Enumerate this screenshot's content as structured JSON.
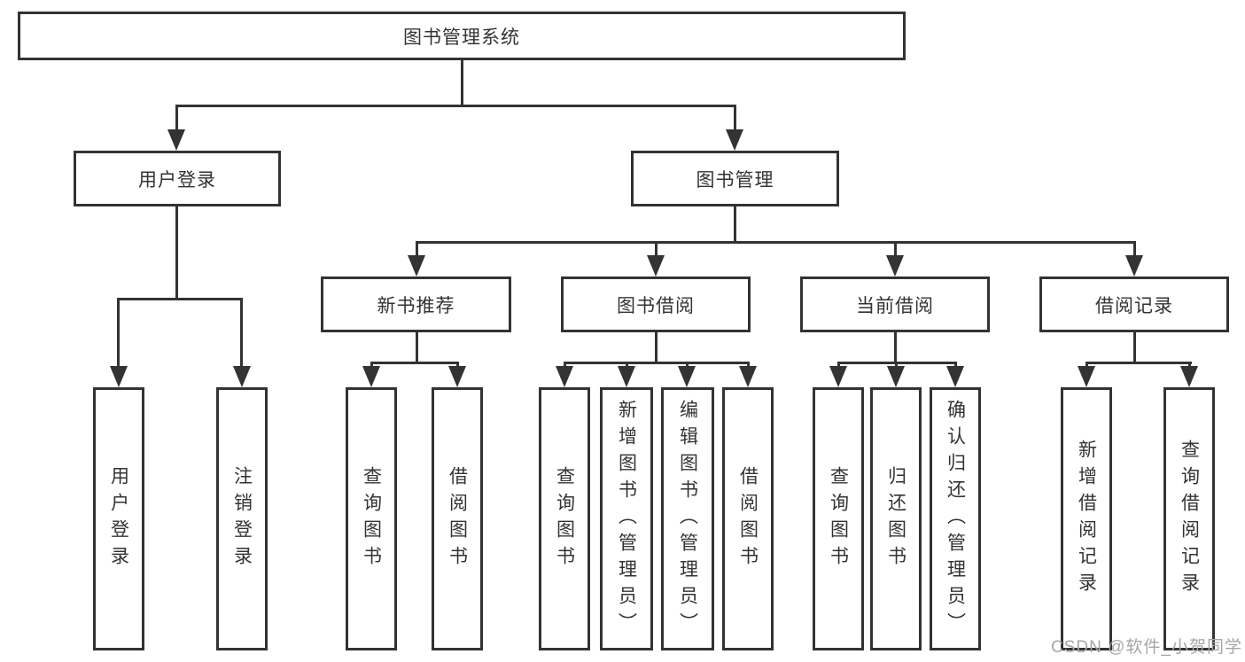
{
  "root": {
    "label": "图书管理系统"
  },
  "branches": [
    {
      "label": "用户登录",
      "children": [
        {
          "label": "用户登录"
        },
        {
          "label": "注销登录"
        }
      ]
    },
    {
      "label": "图书管理",
      "groups": [
        {
          "label": "新书推荐",
          "children": [
            {
              "label": "查询图书"
            },
            {
              "label": "借阅图书"
            }
          ]
        },
        {
          "label": "图书借阅",
          "children": [
            {
              "label": "查询图书"
            },
            {
              "label": "新增图书（管理员）"
            },
            {
              "label": "编辑图书（管理员）"
            },
            {
              "label": "借阅图书"
            }
          ]
        },
        {
          "label": "当前借阅",
          "children": [
            {
              "label": "查询图书"
            },
            {
              "label": "归还图书"
            },
            {
              "label": "确认归还（管理员）"
            }
          ]
        },
        {
          "label": "借阅记录",
          "children": [
            {
              "label": "新增借阅记录"
            },
            {
              "label": "查询借阅记录"
            }
          ]
        }
      ]
    }
  ],
  "watermark": {
    "text": "CSDN @软件_小贺同学"
  },
  "colors": {
    "line": "#333333",
    "text": "#333333",
    "watermark": "#a6a6a6",
    "background": "#ffffff"
  }
}
